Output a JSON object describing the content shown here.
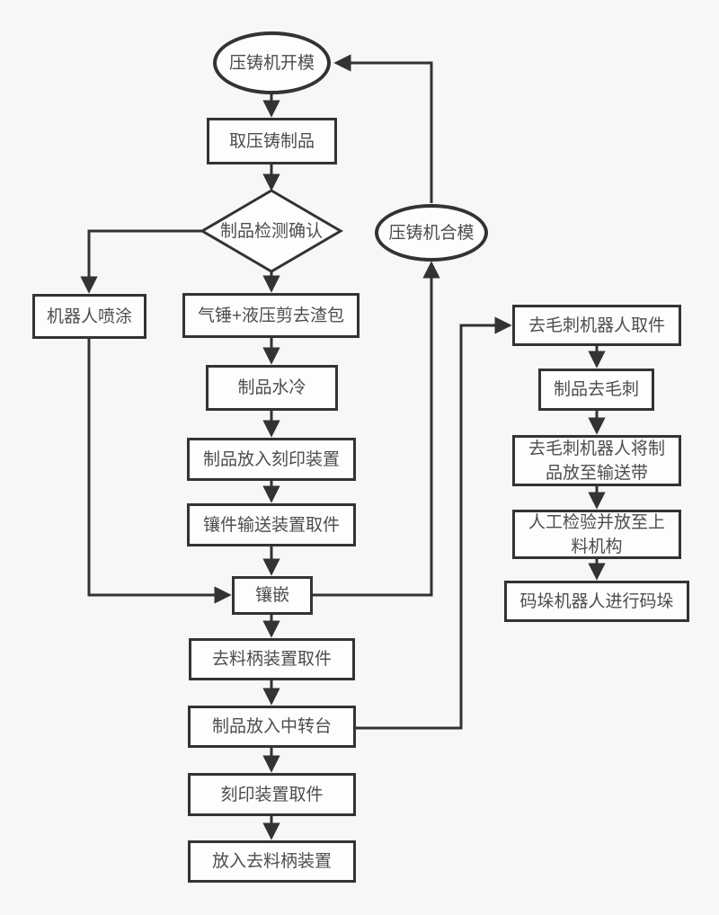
{
  "flowchart": {
    "title": "die-casting-process-flowchart",
    "colors": {
      "background": "#f7f7f7",
      "stroke": "#333333",
      "node_fill": "#fdfdfd",
      "text": "#4d4d4d"
    },
    "nodes": {
      "open_mold": {
        "label": "压铸机开模",
        "shape": "ellipse"
      },
      "take_product": {
        "label": "取压铸制品",
        "shape": "rect"
      },
      "inspect": {
        "label": "制品检测确认",
        "shape": "diamond"
      },
      "close_mold": {
        "label": "压铸机合模",
        "shape": "ellipse"
      },
      "robot_spray": {
        "label": "机器人喷涂",
        "shape": "rect"
      },
      "trim_slag": {
        "label": "气锤+液压剪去渣包",
        "shape": "rect"
      },
      "water_cool": {
        "label": "制品水冷",
        "shape": "rect"
      },
      "place_engraving": {
        "label": "制品放入刻印装置",
        "shape": "rect"
      },
      "insert_conveyor_pick": {
        "label": "镶件输送装置取件",
        "shape": "rect"
      },
      "insert": {
        "label": "镶嵌",
        "shape": "rect"
      },
      "sprue_removal_pick": {
        "label": "去料柄装置取件",
        "shape": "rect"
      },
      "transfer_table": {
        "label": "制品放入中转台",
        "shape": "rect"
      },
      "engraving_pick": {
        "label": "刻印装置取件",
        "shape": "rect"
      },
      "place_sprue_removal": {
        "label": "放入去料柄装置",
        "shape": "rect"
      },
      "deburr_robot_pick": {
        "label": "去毛刺机器人取件",
        "shape": "rect"
      },
      "deburr": {
        "label": "制品去毛刺",
        "shape": "rect"
      },
      "deburr_to_conveyor": {
        "label": "去毛刺机器人将制品放至输送带",
        "shape": "rect"
      },
      "manual_inspect": {
        "label": "人工检验并放至上料机构",
        "shape": "rect"
      },
      "palletize": {
        "label": "码垛机器人进行码垛",
        "shape": "rect"
      }
    },
    "edges": [
      {
        "from": "open_mold",
        "to": "take_product"
      },
      {
        "from": "take_product",
        "to": "inspect"
      },
      {
        "from": "inspect",
        "to": "trim_slag"
      },
      {
        "from": "inspect",
        "to": "robot_spray"
      },
      {
        "from": "trim_slag",
        "to": "water_cool"
      },
      {
        "from": "water_cool",
        "to": "place_engraving"
      },
      {
        "from": "place_engraving",
        "to": "insert_conveyor_pick"
      },
      {
        "from": "insert_conveyor_pick",
        "to": "insert"
      },
      {
        "from": "robot_spray",
        "to": "insert"
      },
      {
        "from": "insert",
        "to": "close_mold"
      },
      {
        "from": "close_mold",
        "to": "open_mold"
      },
      {
        "from": "insert",
        "to": "sprue_removal_pick"
      },
      {
        "from": "sprue_removal_pick",
        "to": "transfer_table"
      },
      {
        "from": "transfer_table",
        "to": "deburr_robot_pick"
      },
      {
        "from": "transfer_table",
        "to": "engraving_pick"
      },
      {
        "from": "engraving_pick",
        "to": "place_sprue_removal"
      },
      {
        "from": "deburr_robot_pick",
        "to": "deburr"
      },
      {
        "from": "deburr",
        "to": "deburr_to_conveyor"
      },
      {
        "from": "deburr_to_conveyor",
        "to": "manual_inspect"
      },
      {
        "from": "manual_inspect",
        "to": "palletize"
      }
    ]
  }
}
